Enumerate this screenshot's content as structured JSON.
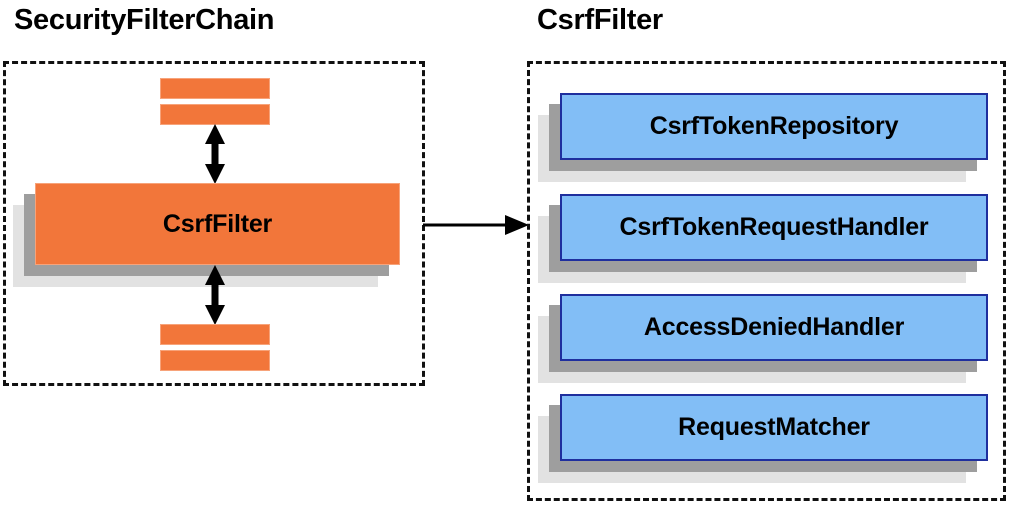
{
  "diagram": {
    "title_left": "SecurityFilterChain",
    "title_right": "CsrfFilter",
    "colors": {
      "orange_fill": "#f2763a",
      "orange_border": "#f7a37a",
      "blue_fill": "#82bef6",
      "blue_border": "#1f2f9e",
      "shadow_near": "#9e9e9e",
      "shadow_far": "#e2e2e2",
      "dashed_border": "#111111",
      "text": "#000000",
      "background": "#ffffff"
    }
  },
  "chain_panel": {
    "title": "SecurityFilterChain",
    "filter_node": {
      "label": "CsrfFilter"
    },
    "stubs_above": [
      {
        "label": ""
      },
      {
        "label": ""
      }
    ],
    "stubs_below": [
      {
        "label": ""
      },
      {
        "label": ""
      }
    ],
    "connectors": {
      "above": "double-headed-vertical-arrow",
      "below": "double-headed-vertical-arrow"
    }
  },
  "csrf_panel": {
    "title": "CsrfFilter",
    "components": [
      {
        "label": "CsrfTokenRepository"
      },
      {
        "label": "CsrfTokenRequestHandler"
      },
      {
        "label": "AccessDeniedHandler"
      },
      {
        "label": "RequestMatcher"
      }
    ]
  },
  "link": {
    "kind": "single-headed-horizontal-arrow",
    "from": "SecurityFilterChain",
    "to": "CsrfFilter",
    "label": ""
  }
}
